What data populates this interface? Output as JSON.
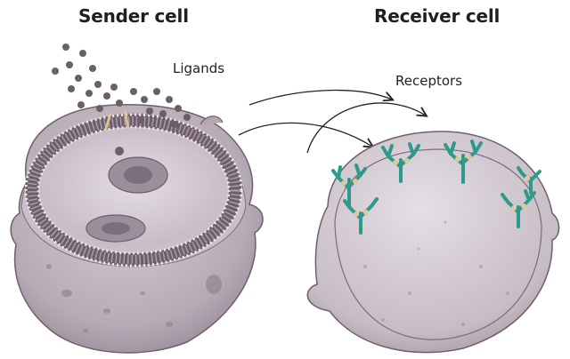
{
  "titles": {
    "sender": "Sender cell",
    "receiver": "Receiver cell"
  },
  "labels": {
    "ligands": "Ligands",
    "receptors": "Receptors"
  },
  "colors": {
    "cell_fill": "#b9aeb8",
    "cell_dark": "#7c6e7b",
    "membrane": "#6e5e6b",
    "nucleus": "#8d7f8c",
    "ligand": "#6a6066",
    "receptor": "#2f9a8c",
    "receptor_dot": "#e0c89a"
  }
}
